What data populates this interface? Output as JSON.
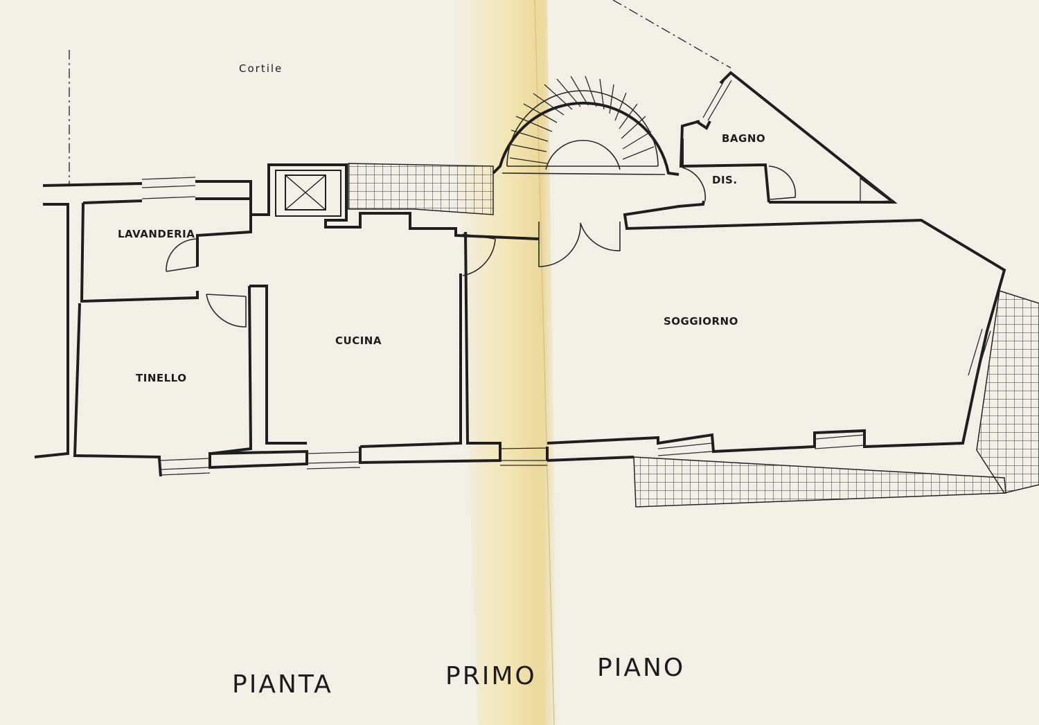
{
  "plan": {
    "outside_label": "Cortile",
    "rooms": {
      "lavanderia": "LAVANDERIA",
      "tinello": "TINELLO",
      "cucina": "CUCINA",
      "soggiorno": "SOGGIORNO",
      "bagno": "BAGNO",
      "disimpegno": "DIS."
    },
    "title": [
      "PIANTA",
      "PRIMO",
      "PIANO"
    ]
  },
  "colors": {
    "paper": "#f2f0e6",
    "fold_shadow": "#f3e6b8",
    "ink": "#1e1e1e"
  }
}
